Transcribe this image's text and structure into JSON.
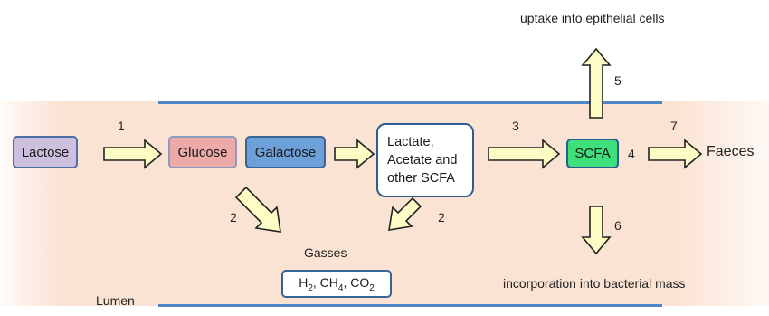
{
  "nodes": {
    "lactose": "Lactose",
    "glucose": "Glucose",
    "galactose": "Galactose",
    "lactate": [
      "Lactate,",
      "Acetate and",
      "other SCFA"
    ],
    "scfa": "SCFA",
    "faeces": "Faeces",
    "gasses_title": "Gasses",
    "gasses": {
      "h": "H",
      "h_sub": "2",
      "ch": ", CH",
      "ch_sub": "4",
      "co": ", CO",
      "co_sub": "2"
    }
  },
  "labels": {
    "uptake": "uptake into epithelial cells",
    "incorporation": "incorporation into bacterial mass",
    "lumen": "Lumen"
  },
  "steps": {
    "s1": "1",
    "s2a": "2",
    "s2b": "2",
    "s3": "3",
    "s4": "4",
    "s5": "5",
    "s6": "6",
    "s7": "7"
  },
  "colors": {
    "lactose_fill": "#cdc0de",
    "glucose_fill": "#eeaaa8",
    "galactose_fill": "#6d9fd8",
    "scfa_fill": "#3de07a",
    "arrow_fill": "#fdfcc4",
    "membrane": "#4f86c6"
  }
}
